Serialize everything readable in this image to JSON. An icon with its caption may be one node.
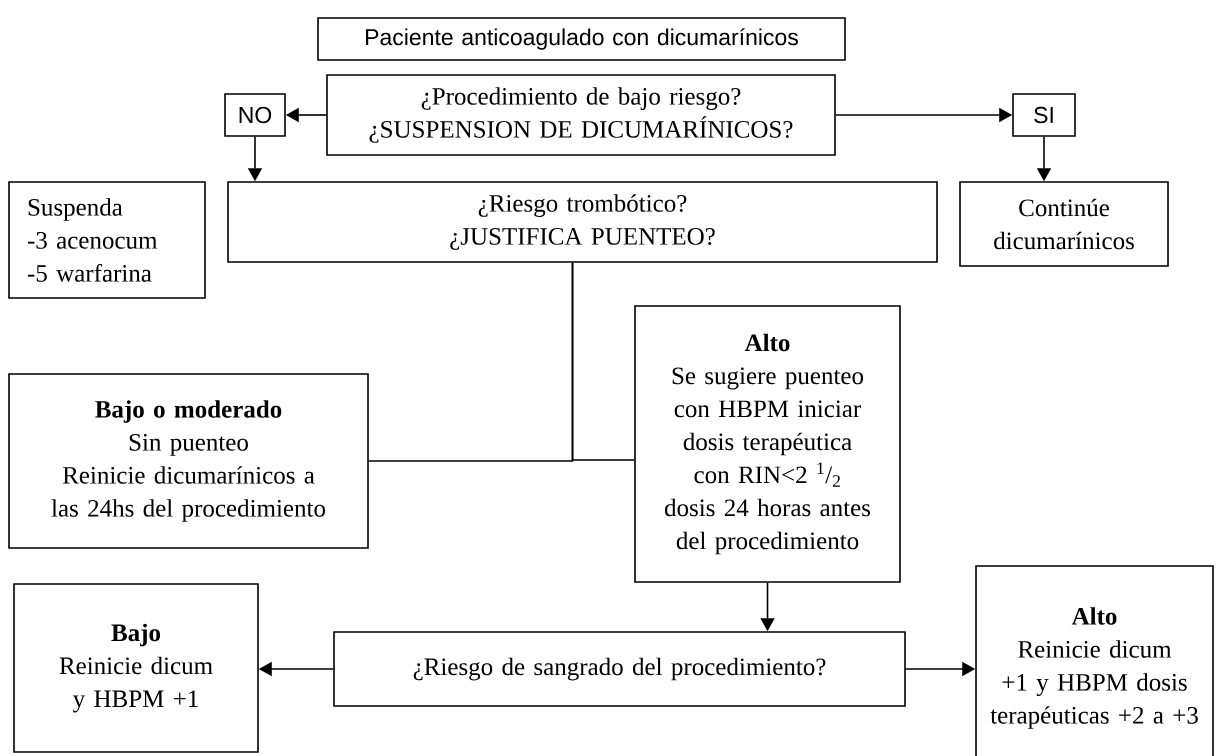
{
  "diagram": {
    "nodes": [
      {
        "text": [
          "Paciente anticoagulado con dicumarínicos"
        ]
      },
      {
        "text": [
          "¿Procedimiento de bajo riesgo?",
          "¿SUSPENSION DE DICUMARÍNICOS?"
        ]
      },
      {
        "text": [
          "NO"
        ]
      },
      {
        "text": [
          "SI"
        ]
      },
      {
        "text": [
          "Suspenda",
          "-3 acenocum",
          "-5 warfarina"
        ]
      },
      {
        "text": [
          "¿Riesgo trombótico?",
          "¿JUSTIFICA PUENTEO?"
        ]
      },
      {
        "text": [
          "Continúe dicumarínicos"
        ]
      },
      {
        "text": [
          "Bajo o moderado",
          "Sin puenteo",
          "Reinicie dicumarínicos a las 24hs del procedimiento"
        ]
      },
      {
        "text": [
          "Alto",
          "Se sugiere puenteo con HBPM iniciar dosis terapéutica con RIN<2 $^{1}$/$_{2}$ dosis 24 horas antes del procedimiento"
        ]
      },
      {
        "text": [
          "¿Riesgo de sangrado del procedimiento?"
        ]
      },
      {
        "text": [
          "Bajo",
          "Reinicie dicum y HBPM +1"
        ]
      },
      {
        "text": [
          "Alto",
          "Reinicie dicum +1 y HBPM dosis terapéuticas +2 a +3"
        ]
      }
    ],
    "edges": [
      {
        "from": 1,
        "to": 2,
        "arrow": "to"
      },
      {
        "from": 1,
        "to": 3,
        "arrow": "to"
      },
      {
        "from": 2,
        "to": 5,
        "arrow": "to"
      },
      {
        "from": 3,
        "to": 6,
        "arrow": "to"
      },
      {
        "from": 5,
        "to": 7,
        "arrow": "none"
      },
      {
        "from": 5,
        "to": 8,
        "arrow": "none"
      },
      {
        "from": 8,
        "to": 9,
        "arrow": "to"
      },
      {
        "from": 9,
        "to": 10,
        "arrow": "to"
      },
      {
        "from": 9,
        "to": 11,
        "arrow": "to"
      }
    ]
  }
}
